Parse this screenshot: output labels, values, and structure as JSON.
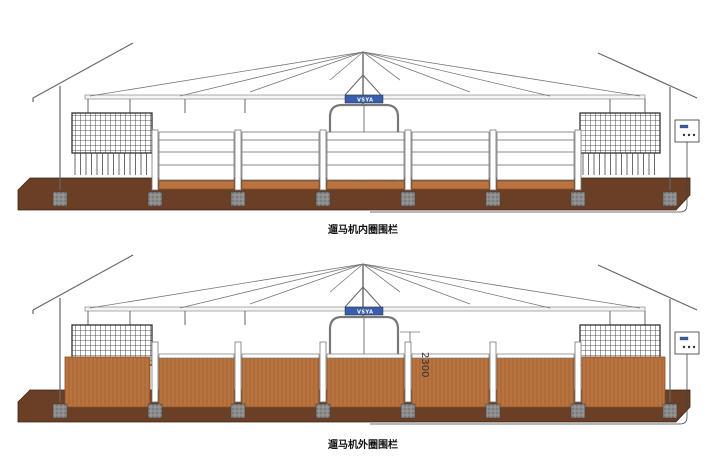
{
  "diagrams": [
    {
      "id": "inner",
      "caption": "遛马机内圈围栏",
      "logo_text": "VSYA",
      "panel_style": "rails"
    },
    {
      "id": "outer",
      "caption": "遛马机外圈围栏",
      "logo_text": "VSYA",
      "panel_style": "wood",
      "gate_height_label": "2300"
    }
  ],
  "colors": {
    "ground": "#6b3f25",
    "wood": "#b8733f",
    "wood_dark": "#8a4f24",
    "frame": "#7a7a7a",
    "post": "#ffffff",
    "logo": "#3a5dae"
  }
}
